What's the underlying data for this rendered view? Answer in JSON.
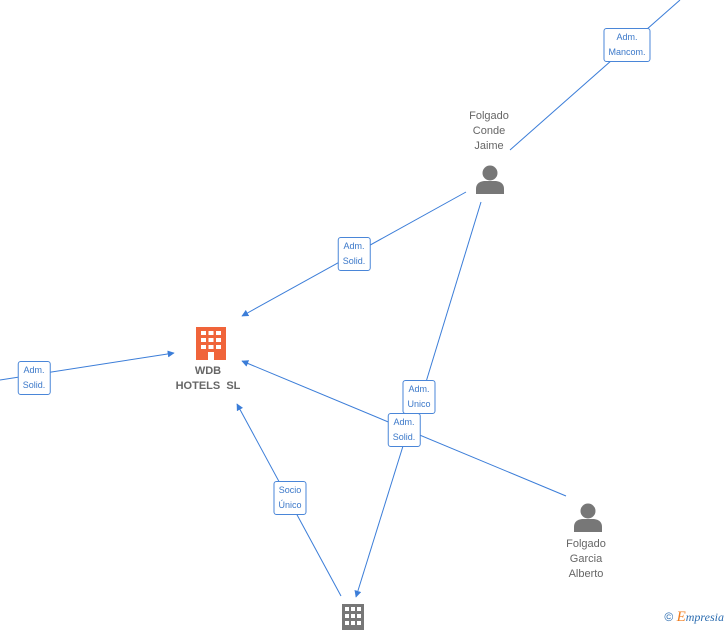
{
  "colors": {
    "edge": "#3b7dd8",
    "company_main": "#f0643a",
    "company": "#777777",
    "person": "#777777"
  },
  "nodes": {
    "company_main": {
      "label": "WDB\nHOTELS  SL",
      "icon": "building-icon"
    },
    "company_bottom": {
      "icon": "building-icon"
    },
    "person_jaime": {
      "label": "Folgado\nConde\nJaime",
      "icon": "person-icon"
    },
    "person_alberto": {
      "label": "Folgado\nGarcia\nAlberto",
      "icon": "person-icon"
    }
  },
  "edges": [
    {
      "id": "e1",
      "label": "Adm.\nMancom."
    },
    {
      "id": "e2",
      "label": "Adm.\nSolid."
    },
    {
      "id": "e3",
      "label": "Adm.\nSolid."
    },
    {
      "id": "e4",
      "label": "Adm.\nUnico"
    },
    {
      "id": "e5",
      "label": "Adm.\nSolid."
    },
    {
      "id": "e6",
      "label": "Socio\nÚnico"
    }
  ],
  "brand": {
    "copyright": "©",
    "name_first": "E",
    "name_rest": "mpresia"
  }
}
